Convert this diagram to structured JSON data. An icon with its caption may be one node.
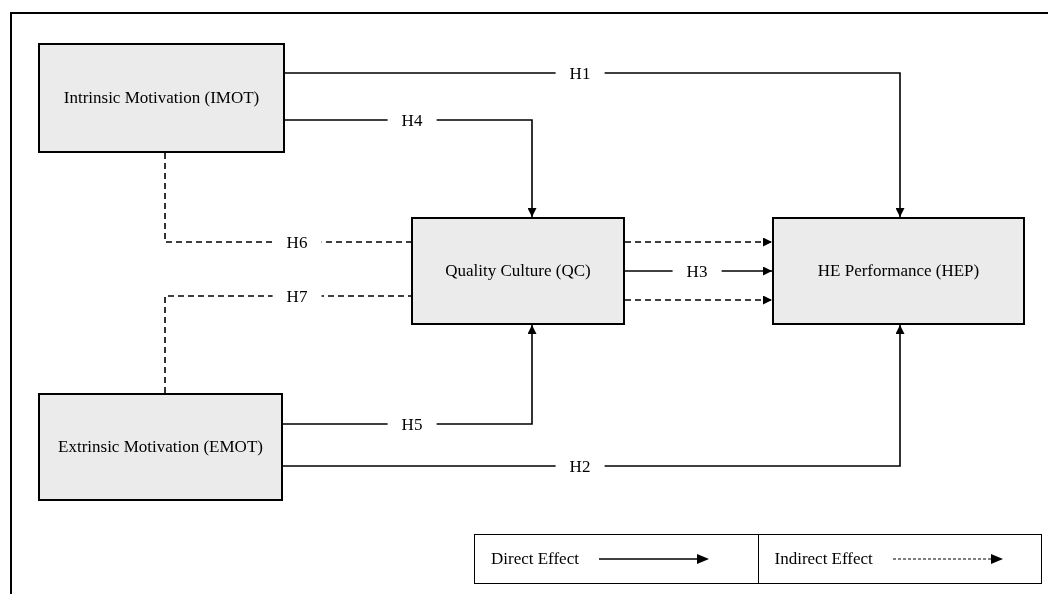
{
  "diagram": {
    "nodes": [
      {
        "text": [
          "Intrinsic Motivation (IMOT)"
        ]
      },
      {
        "text": [
          "Quality Culture (QC)"
        ]
      },
      {
        "text": [
          "HE Performance (HEP)"
        ]
      },
      {
        "text": [
          "Extrinsic Motivation (EMOT)"
        ]
      }
    ],
    "edges": [
      {
        "from": 0,
        "to": 2,
        "arrow": "to",
        "label": "H1"
      },
      {
        "from": 0,
        "to": 1,
        "arrow": "to",
        "label": "H4"
      },
      {
        "from": 0,
        "to": 1,
        "arrow": "none",
        "label": "H6",
        "style": "dashed"
      },
      {
        "from": 3,
        "to": 1,
        "arrow": "none",
        "label": "H7",
        "style": "dashed"
      },
      {
        "from": 1,
        "to": 2,
        "arrow": "to",
        "style": "dashed"
      },
      {
        "from": 1,
        "to": 2,
        "arrow": "to",
        "label": "H3"
      },
      {
        "from": 1,
        "to": 2,
        "arrow": "to",
        "style": "dashed"
      },
      {
        "from": 3,
        "to": 1,
        "arrow": "to",
        "label": "H5"
      },
      {
        "from": 3,
        "to": 2,
        "arrow": "to",
        "label": "H2"
      }
    ],
    "legend": [
      {
        "text": "Direct Effect"
      },
      {
        "text": "Indirect Effect"
      }
    ]
  }
}
